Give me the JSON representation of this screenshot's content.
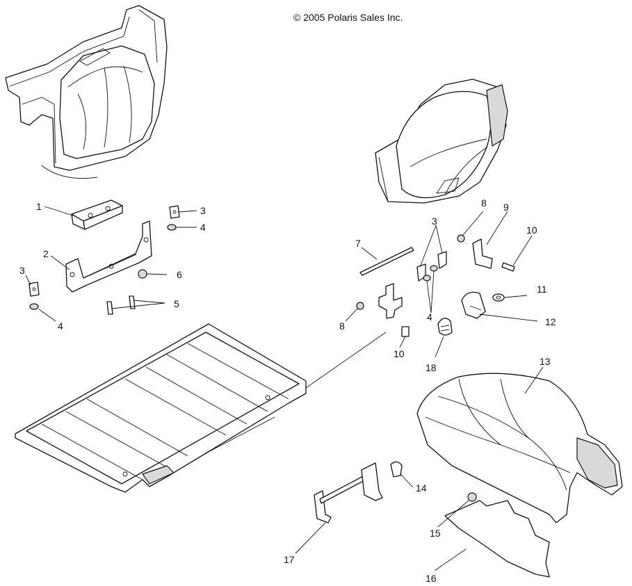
{
  "copyright": "© 2005 Polaris Sales Inc.",
  "callouts": {
    "c1": "1",
    "c2": "2",
    "c3a": "3",
    "c3b": "3",
    "c3c": "3",
    "c4a": "4",
    "c4b": "4",
    "c4c": "4",
    "c5": "5",
    "c6": "6",
    "c7": "7",
    "c8a": "8",
    "c8b": "8",
    "c9": "9",
    "c10a": "10",
    "c10b": "10",
    "c11": "11",
    "c12": "12",
    "c13": "13",
    "c14": "14",
    "c15": "15",
    "c16": "16",
    "c17": "17",
    "c18": "18"
  }
}
